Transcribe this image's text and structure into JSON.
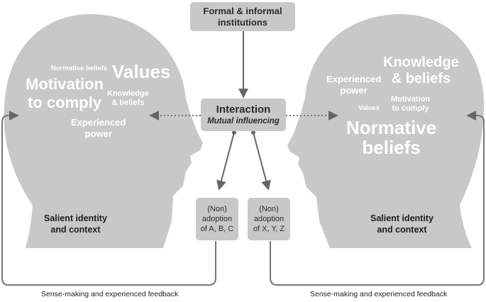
{
  "top_box": {
    "line1": "Formal & informal",
    "line2": "institutions"
  },
  "center_box": {
    "title": "Interaction",
    "subtitle": "Mutual influencing"
  },
  "adoption_left": {
    "l1": "(Non)",
    "l2": "adoption",
    "l3": "of A, B, C"
  },
  "adoption_right": {
    "l1": "(Non)",
    "l2": "adoption",
    "l3": "of X, Y, Z"
  },
  "left_head": {
    "normative_beliefs": "Normative beliefs",
    "values": "Values",
    "motivation_1": "Motivation",
    "motivation_2": "to comply",
    "knowledge_1": "Knowledge",
    "knowledge_2": "& beliefs",
    "experienced_1": "Experienced",
    "experienced_2": "power",
    "identity_1": "Salient identity",
    "identity_2": "and context"
  },
  "right_head": {
    "experienced_1": "Experienced",
    "experienced_2": "power",
    "knowledge_1": "Knowledge",
    "knowledge_2": "& beliefs",
    "values": "Values",
    "motivation_1": "Motivation",
    "motivation_2": "to comply",
    "normative_1": "Normative",
    "normative_2": "beliefs",
    "identity_1": "Salient identity",
    "identity_2": "and context"
  },
  "feedback": {
    "left": "Sense-making and experienced feedback",
    "right": "Sense-making and experienced feedback"
  },
  "colors": {
    "head_fill": "#c8c8c8",
    "box_fill": "#c8c8c8",
    "arrow": "#666666",
    "text_light": "#ffffff"
  }
}
